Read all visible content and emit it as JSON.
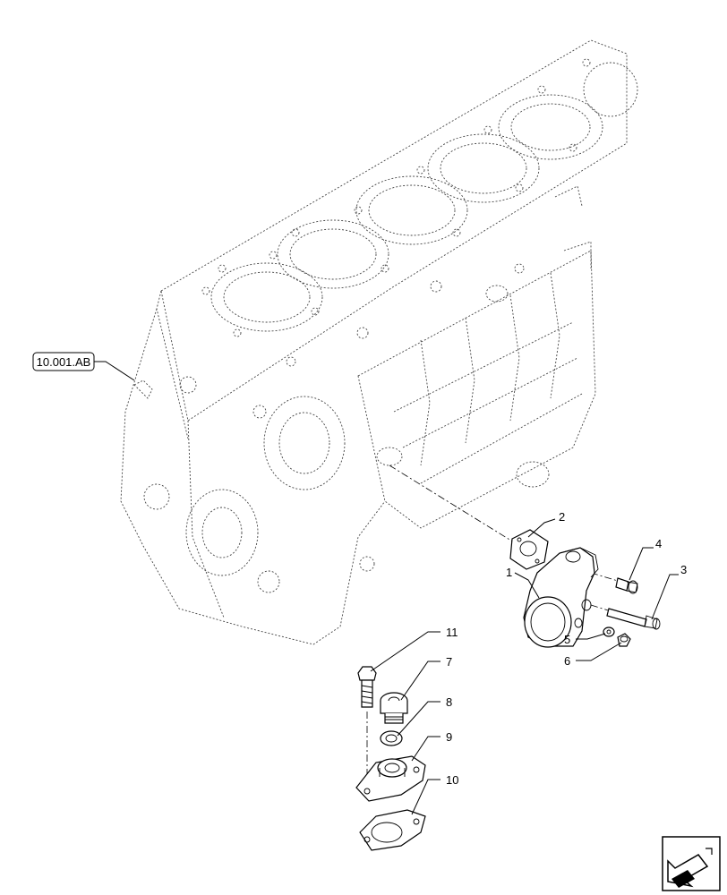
{
  "reference_label": "10.001.AB",
  "callouts": {
    "c1": "1",
    "c2": "2",
    "c3": "3",
    "c4": "4",
    "c5": "5",
    "c6": "6",
    "c7": "7",
    "c8": "8",
    "c9": "9",
    "c10": "10",
    "c11": "11"
  },
  "icons": {
    "nav": "next-page-arrow-icon"
  }
}
